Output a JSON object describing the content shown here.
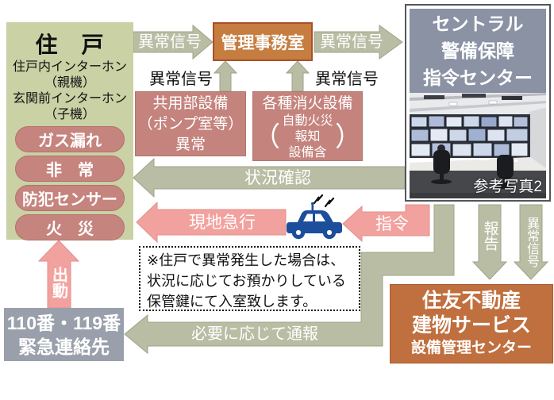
{
  "residence": {
    "title": "住　戸",
    "lines": [
      "住戸内インターホン",
      "（親機）",
      "玄関前インターホン",
      "（子機）"
    ],
    "alarms": [
      "ガス漏れ",
      "非　常",
      "防犯センサー",
      "火　災"
    ]
  },
  "management_office": {
    "label": "管理事務室"
  },
  "common_facility": {
    "line1": "共用部設備",
    "line2": "（ポンプ室等）",
    "line3": "異常"
  },
  "fire_facility": {
    "line1": "各種消火設備",
    "open_paren": "（",
    "line2": "自動火災報知",
    "line3": "設備含",
    "close_paren": "）"
  },
  "central_center": {
    "line1": "セントラル",
    "line2": "警備保障",
    "line3": "指令センター",
    "photo_caption": "参考写真2"
  },
  "sumitomo_center": {
    "line1": "住友不動産",
    "line2": "建物サービス",
    "line3": "設備管理センター"
  },
  "emergency_contact": {
    "line1": "110番・119番",
    "line2": "緊急連絡先"
  },
  "note": {
    "line1": "※住戸で異常発生した場合は、",
    "line2": "状況に応じてお預かりしている",
    "line3": "保管鍵にて入室致します。"
  },
  "arrows": {
    "abnormal_signal_to_office": "異常信号",
    "abnormal_signal_to_central": "異常信号",
    "abnormal_signal_common": "異常信号",
    "abnormal_signal_fire": "異常信号",
    "status_check": "状況確認",
    "rush_to_site": "現地急行",
    "command": "指令",
    "dispatch": "出動",
    "report": "報告",
    "abnormal_signal_down": "異常信号",
    "notify_if_needed": "必要に応じて通報"
  },
  "colors": {
    "residence_green": "#c9d1a5",
    "alarm_pink": "#c6847e",
    "equipment_pink": "#c5837d",
    "olive_arrow": "#b9bda3",
    "salmon_arrow": "#f2a29e",
    "office_orange": "#c57d40",
    "office_border": "#a9502a",
    "central_slate": "#8a92a4",
    "sumitomo_orange": "#c06f3e",
    "emergency_gray": "#99a0ab",
    "patrol_car_navy": "#1c4e9c"
  }
}
